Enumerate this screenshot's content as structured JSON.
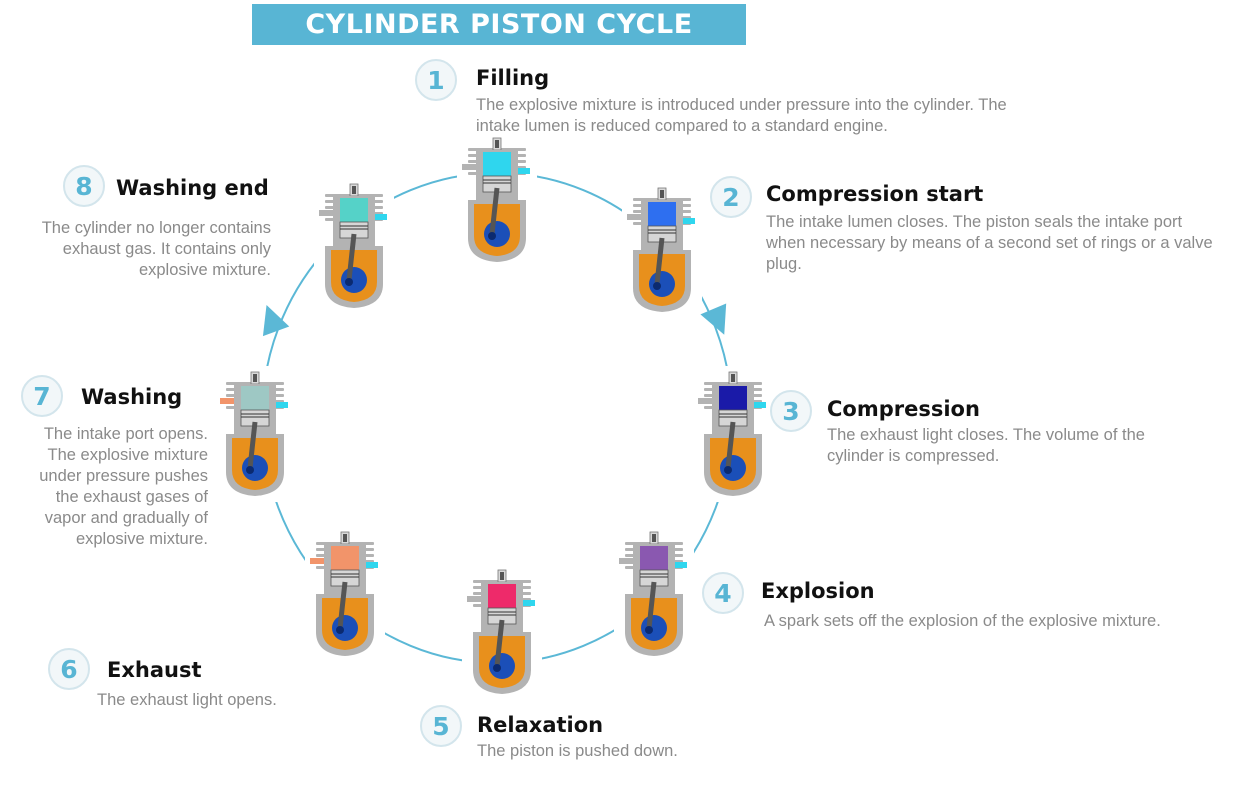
{
  "title": "CYLINDER PISTON CYCLE",
  "colors": {
    "accent": "#58b5d4",
    "cycle_line": "#5bb8d6",
    "crankcase": "#e8901c",
    "crank": "#1b4fb8",
    "casing": "#b3b3b3"
  },
  "steps": [
    {
      "number": "1",
      "title": "Filling",
      "description": "The explosive mixture is introduced under pressure into the cylinder. The intake lumen is reduced compared to a standard engine.",
      "chamber_color": "#2fd6ee"
    },
    {
      "number": "2",
      "title": "Compression start",
      "description": "The intake lumen closes. The piston seals the intake port when necessary by means of a second set of rings or a valve plug.",
      "chamber_color": "#2e6ff0"
    },
    {
      "number": "3",
      "title": "Compression",
      "description": "The exhaust light closes. The volume of the cylinder is compressed.",
      "chamber_color": "#1a1aa8"
    },
    {
      "number": "4",
      "title": "Explosion",
      "description": "A spark sets off the explosion of the explosive mixture.",
      "chamber_color": "#8a58b0"
    },
    {
      "number": "5",
      "title": "Relaxation",
      "description": "The piston is pushed down.",
      "chamber_color": "#ee2a6a"
    },
    {
      "number": "6",
      "title": "Exhaust",
      "description": "The exhaust light opens.",
      "chamber_color": "#f2946a"
    },
    {
      "number": "7",
      "title": "Washing",
      "description": "The intake port opens. The explosive mixture under pressure pushes the exhaust gases of vapor and gradually of explosive mixture.",
      "chamber_color": "#9ec8c4"
    },
    {
      "number": "8",
      "title": "Washing end",
      "description": "The cylinder no longer contains exhaust gas. It contains only explosive mixture.",
      "chamber_color": "#55d2c8"
    }
  ]
}
